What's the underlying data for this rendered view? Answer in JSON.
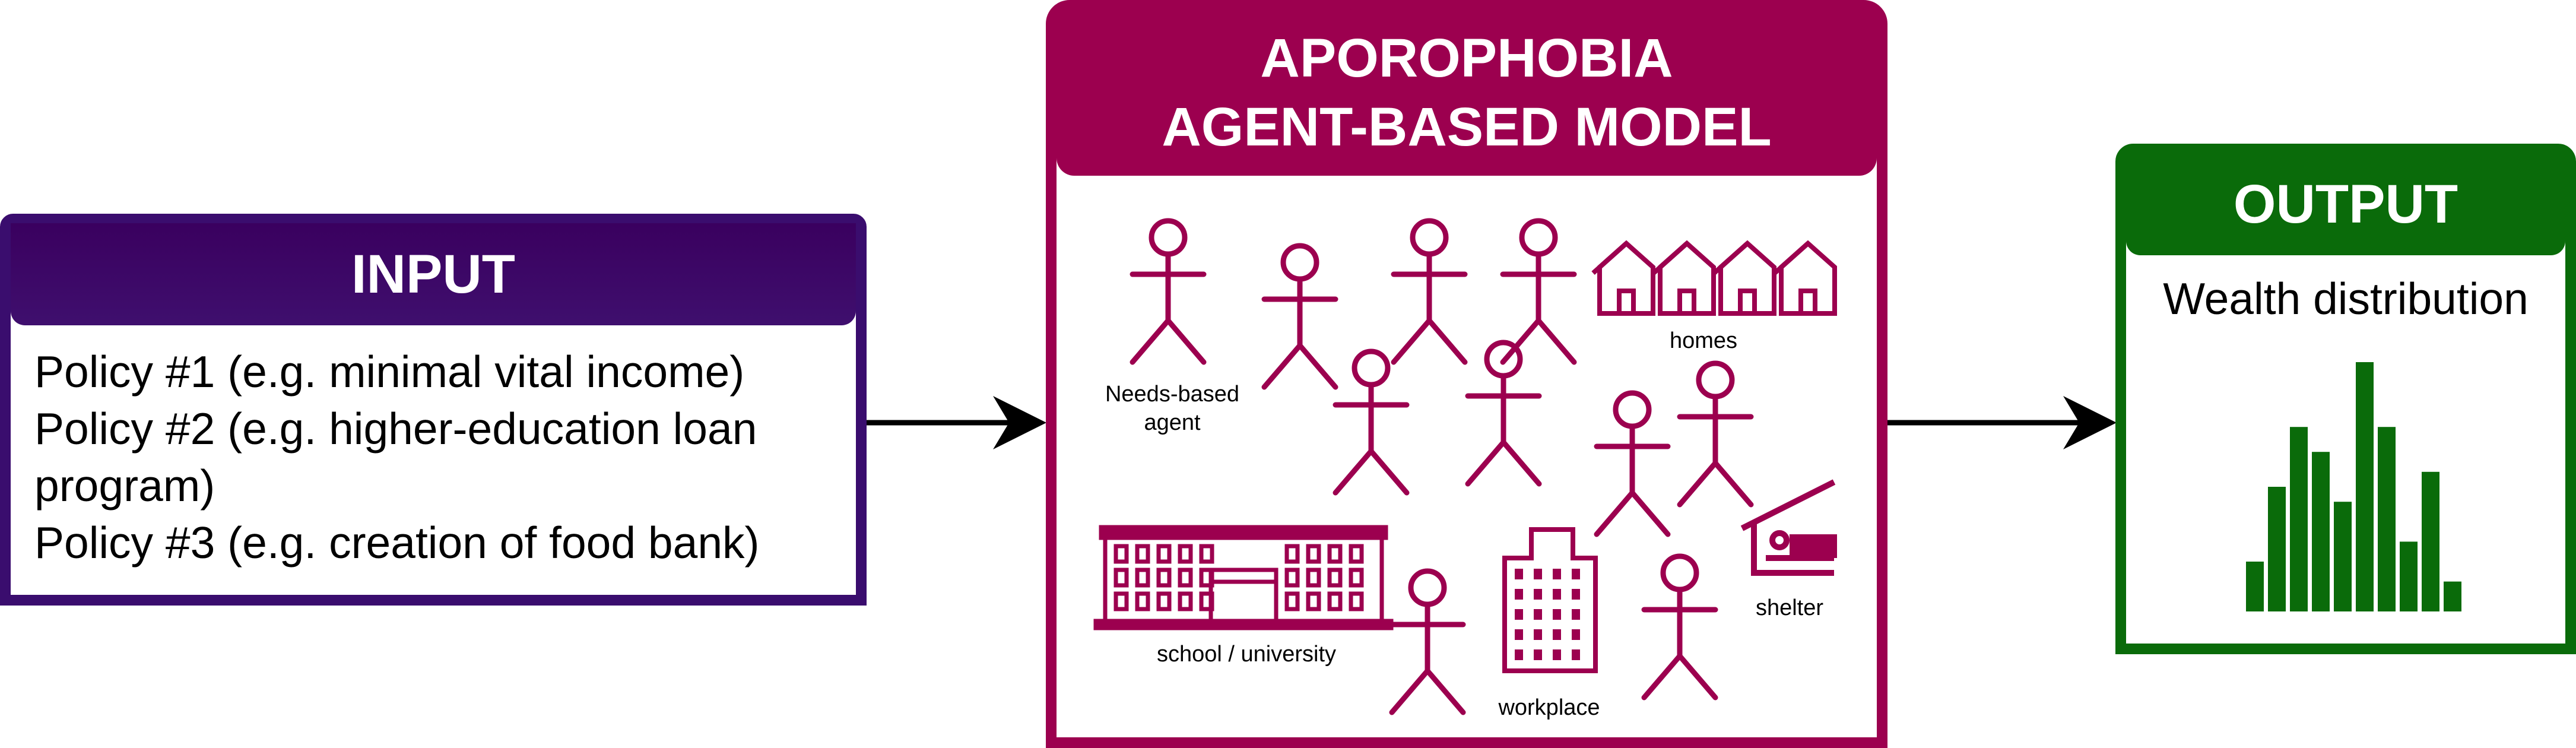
{
  "colors": {
    "input": "#3a0d6e",
    "model": "#9c004f",
    "output": "#0a6b0a",
    "arrow": "#000000"
  },
  "input": {
    "title": "INPUT",
    "policies": [
      "Policy #1 (e.g. minimal vital income)",
      "Policy #2 (e.g. higher-education loan program)",
      "Policy #3 (e.g. creation of food bank)"
    ]
  },
  "model": {
    "title_line1": "APOROPHOBIA",
    "title_line2": "AGENT-BASED MODEL",
    "labels": {
      "agent": "Needs-based agent",
      "homes": "homes",
      "school": "school / university",
      "workplace": "workplace",
      "shelter": "shelter"
    },
    "icons": [
      "person-icon",
      "house-icon",
      "school-building-icon",
      "office-building-icon",
      "shelter-icon"
    ]
  },
  "output": {
    "title": "OUTPUT",
    "subtitle": "Wealth distribution",
    "histogram_levels": [
      0.2,
      0.5,
      0.74,
      0.64,
      0.44,
      1.0,
      0.74,
      0.28,
      0.56,
      0.12
    ]
  }
}
